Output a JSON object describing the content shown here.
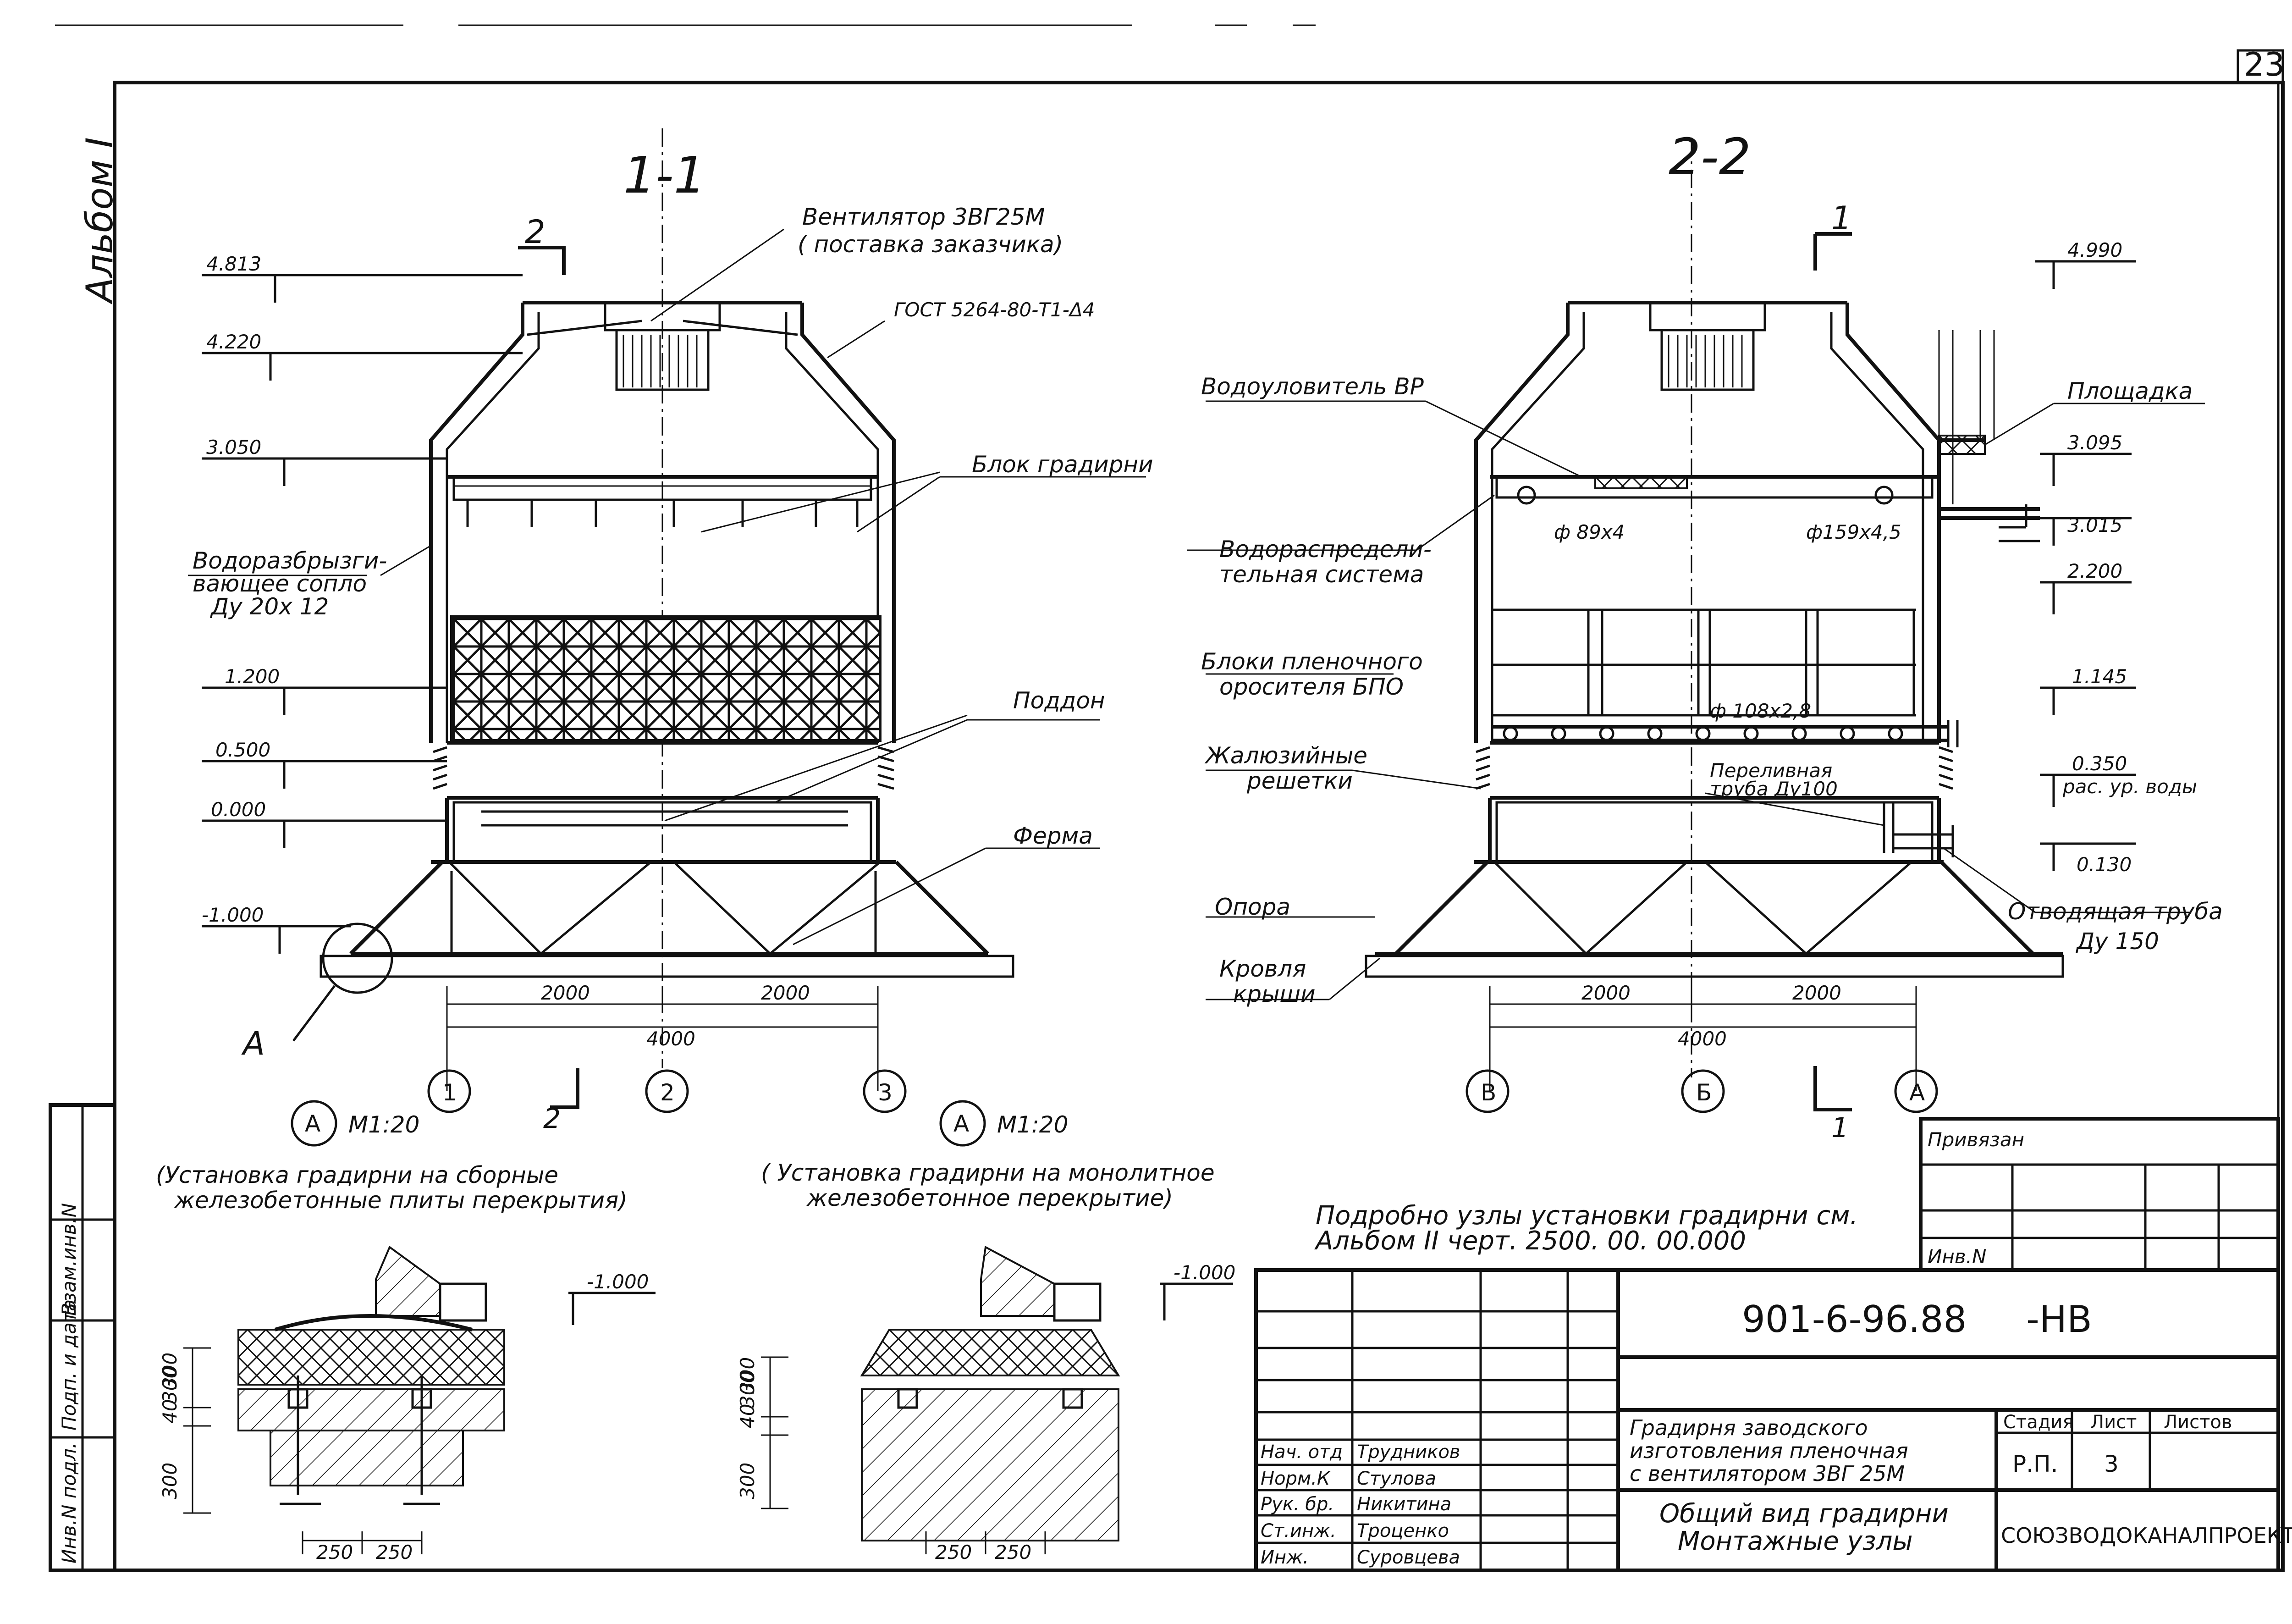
{
  "sheet_number": "23",
  "album_label": "Альбом I",
  "sections": {
    "left_title": "1-1",
    "right_title": "2-2",
    "cut_marks": [
      "2",
      "2",
      "1",
      "1"
    ]
  },
  "left_section": {
    "labels": {
      "fan": "Вентилятор 3ВГ25М",
      "fan_note": "( поставка заказчика)",
      "gost": "ГОСТ 5264-80-Т1-Δ4",
      "block": "Блок градирни",
      "nozzle_1": "Водоразбрызги-",
      "nozzle_2": "вающее сопло",
      "nozzle_3": "Ду 20х 12",
      "tray": "Поддон",
      "truss": "Ферма",
      "node": "А"
    },
    "levels": [
      "4.813",
      "4.220",
      "3.050",
      "1.200",
      "0.500",
      "0.000",
      "-1.000"
    ],
    "dims": {
      "span1": "2000",
      "span2": "2000",
      "total": "4000"
    },
    "axes": [
      "1",
      "2",
      "3"
    ]
  },
  "right_section": {
    "labels": {
      "drop_eliminator": "Водоуловитель ВР",
      "platform": "Площадка",
      "pipe1": "ф 89х4",
      "pipe2": "ф159х4,5",
      "distrib_1": "Водораспредели-",
      "distrib_2": "тельная система",
      "blocks_1": "Блоки пленочного",
      "blocks_2": "оросителя БПО",
      "pipe3": "ф 108х2,8",
      "louvers_1": "Жалюзийные",
      "louvers_2": "решетки",
      "overflow_1": "Переливная",
      "overflow_2": "труба Ду100",
      "support": "Опора",
      "roof_1": "Кровля",
      "roof_2": "крыши",
      "outlet_1": "Отводящая труба",
      "outlet_2": "Ду 150",
      "water_level": "рас. ур. воды"
    },
    "levels": [
      "4.990",
      "3.095",
      "3.015",
      "2.200",
      "1.145",
      "0.350",
      "0.130"
    ],
    "dims": {
      "span1": "2000",
      "span2": "2000",
      "total": "4000"
    },
    "axes": [
      "В",
      "Б",
      "А"
    ]
  },
  "details": [
    {
      "mark": "А",
      "scale": "М1:20",
      "caption_1": "(Установка градирни на сборные",
      "caption_2": "железобетонные плиты перекрытия)",
      "level": "-1.000",
      "dims_v": [
        "300",
        "40",
        "300",
        "300"
      ],
      "dims_h": [
        "250",
        "250"
      ]
    },
    {
      "mark": "А",
      "scale": "М1:20",
      "caption_1": "( Установка градирни на монолитное",
      "caption_2": "железобетонное перекрытие)",
      "level": "-1.000",
      "dims_v": [
        "300",
        "40",
        "300",
        "300"
      ],
      "dims_h": [
        "250",
        "250"
      ]
    }
  ],
  "note_1": "Подробно узлы установки градирни см.",
  "note_2": "Альбом II черт. 2500. 00. 00.000",
  "side_stamp": [
    "Инв.N подл.",
    "Подп. и дата",
    "Взам.инв.N"
  ],
  "binding": {
    "title": "Привязан",
    "inv": "Инв.N"
  },
  "title_block": {
    "code": "901-6-96.88",
    "suffix": "-НВ",
    "desc_1": "Градирня заводского",
    "desc_2": "изготовления пленочная",
    "desc_3": "с вентилятором 3ВГ 25М",
    "sheet_title_1": "Общий вид градирни",
    "sheet_title_2": "Монтажные узлы",
    "stage_h": "Стадия",
    "sheet_h": "Лист",
    "sheets_h": "Листов",
    "stage": "Р.П.",
    "sheet": "3",
    "org": "СОЮЗВОДОКАНАЛПРОЕКТ",
    "roles": [
      "Нач. отд",
      "Норм.К",
      "Рук. бр.",
      "Ст.инж.",
      "Инж."
    ],
    "names": [
      "Трудников",
      "Стулова",
      "Никитина",
      "Троценко",
      "Суровцева"
    ]
  }
}
